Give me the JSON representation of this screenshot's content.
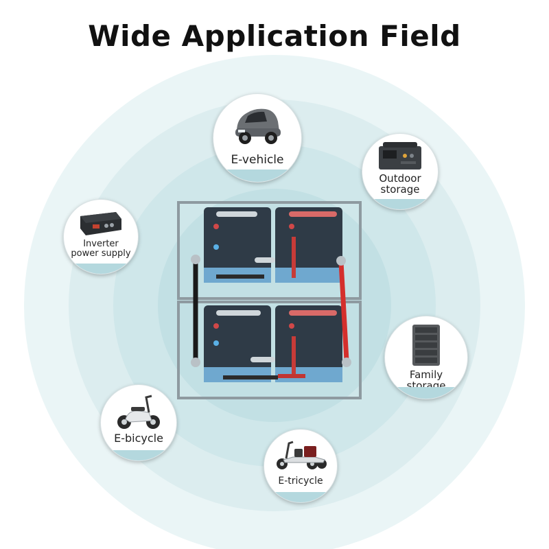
{
  "title": "Wide Application Field",
  "applications": {
    "evehicle": {
      "label": "E-vehicle",
      "icon": "car-icon"
    },
    "outdoor": {
      "label": "Outdoor storage",
      "icon": "portable-power-station-icon"
    },
    "inverter": {
      "label": "Inverter power supply",
      "icon": "inverter-icon"
    },
    "family": {
      "label": "Family storage",
      "icon": "home-battery-cabinet-icon"
    },
    "ebicycle": {
      "label": "E-bicycle",
      "icon": "scooter-icon"
    },
    "etricycle": {
      "label": "E-tricycle",
      "icon": "tricycle-icon"
    }
  },
  "colors": {
    "ring_outer": "#e9f4f5",
    "ring_mid": "#d3e9ec",
    "ring_inner": "#c3e0e5",
    "band": "#b4d8de",
    "battery": "#2e3a46",
    "positive": "#d0322f",
    "negative": "#1b1b1b"
  }
}
